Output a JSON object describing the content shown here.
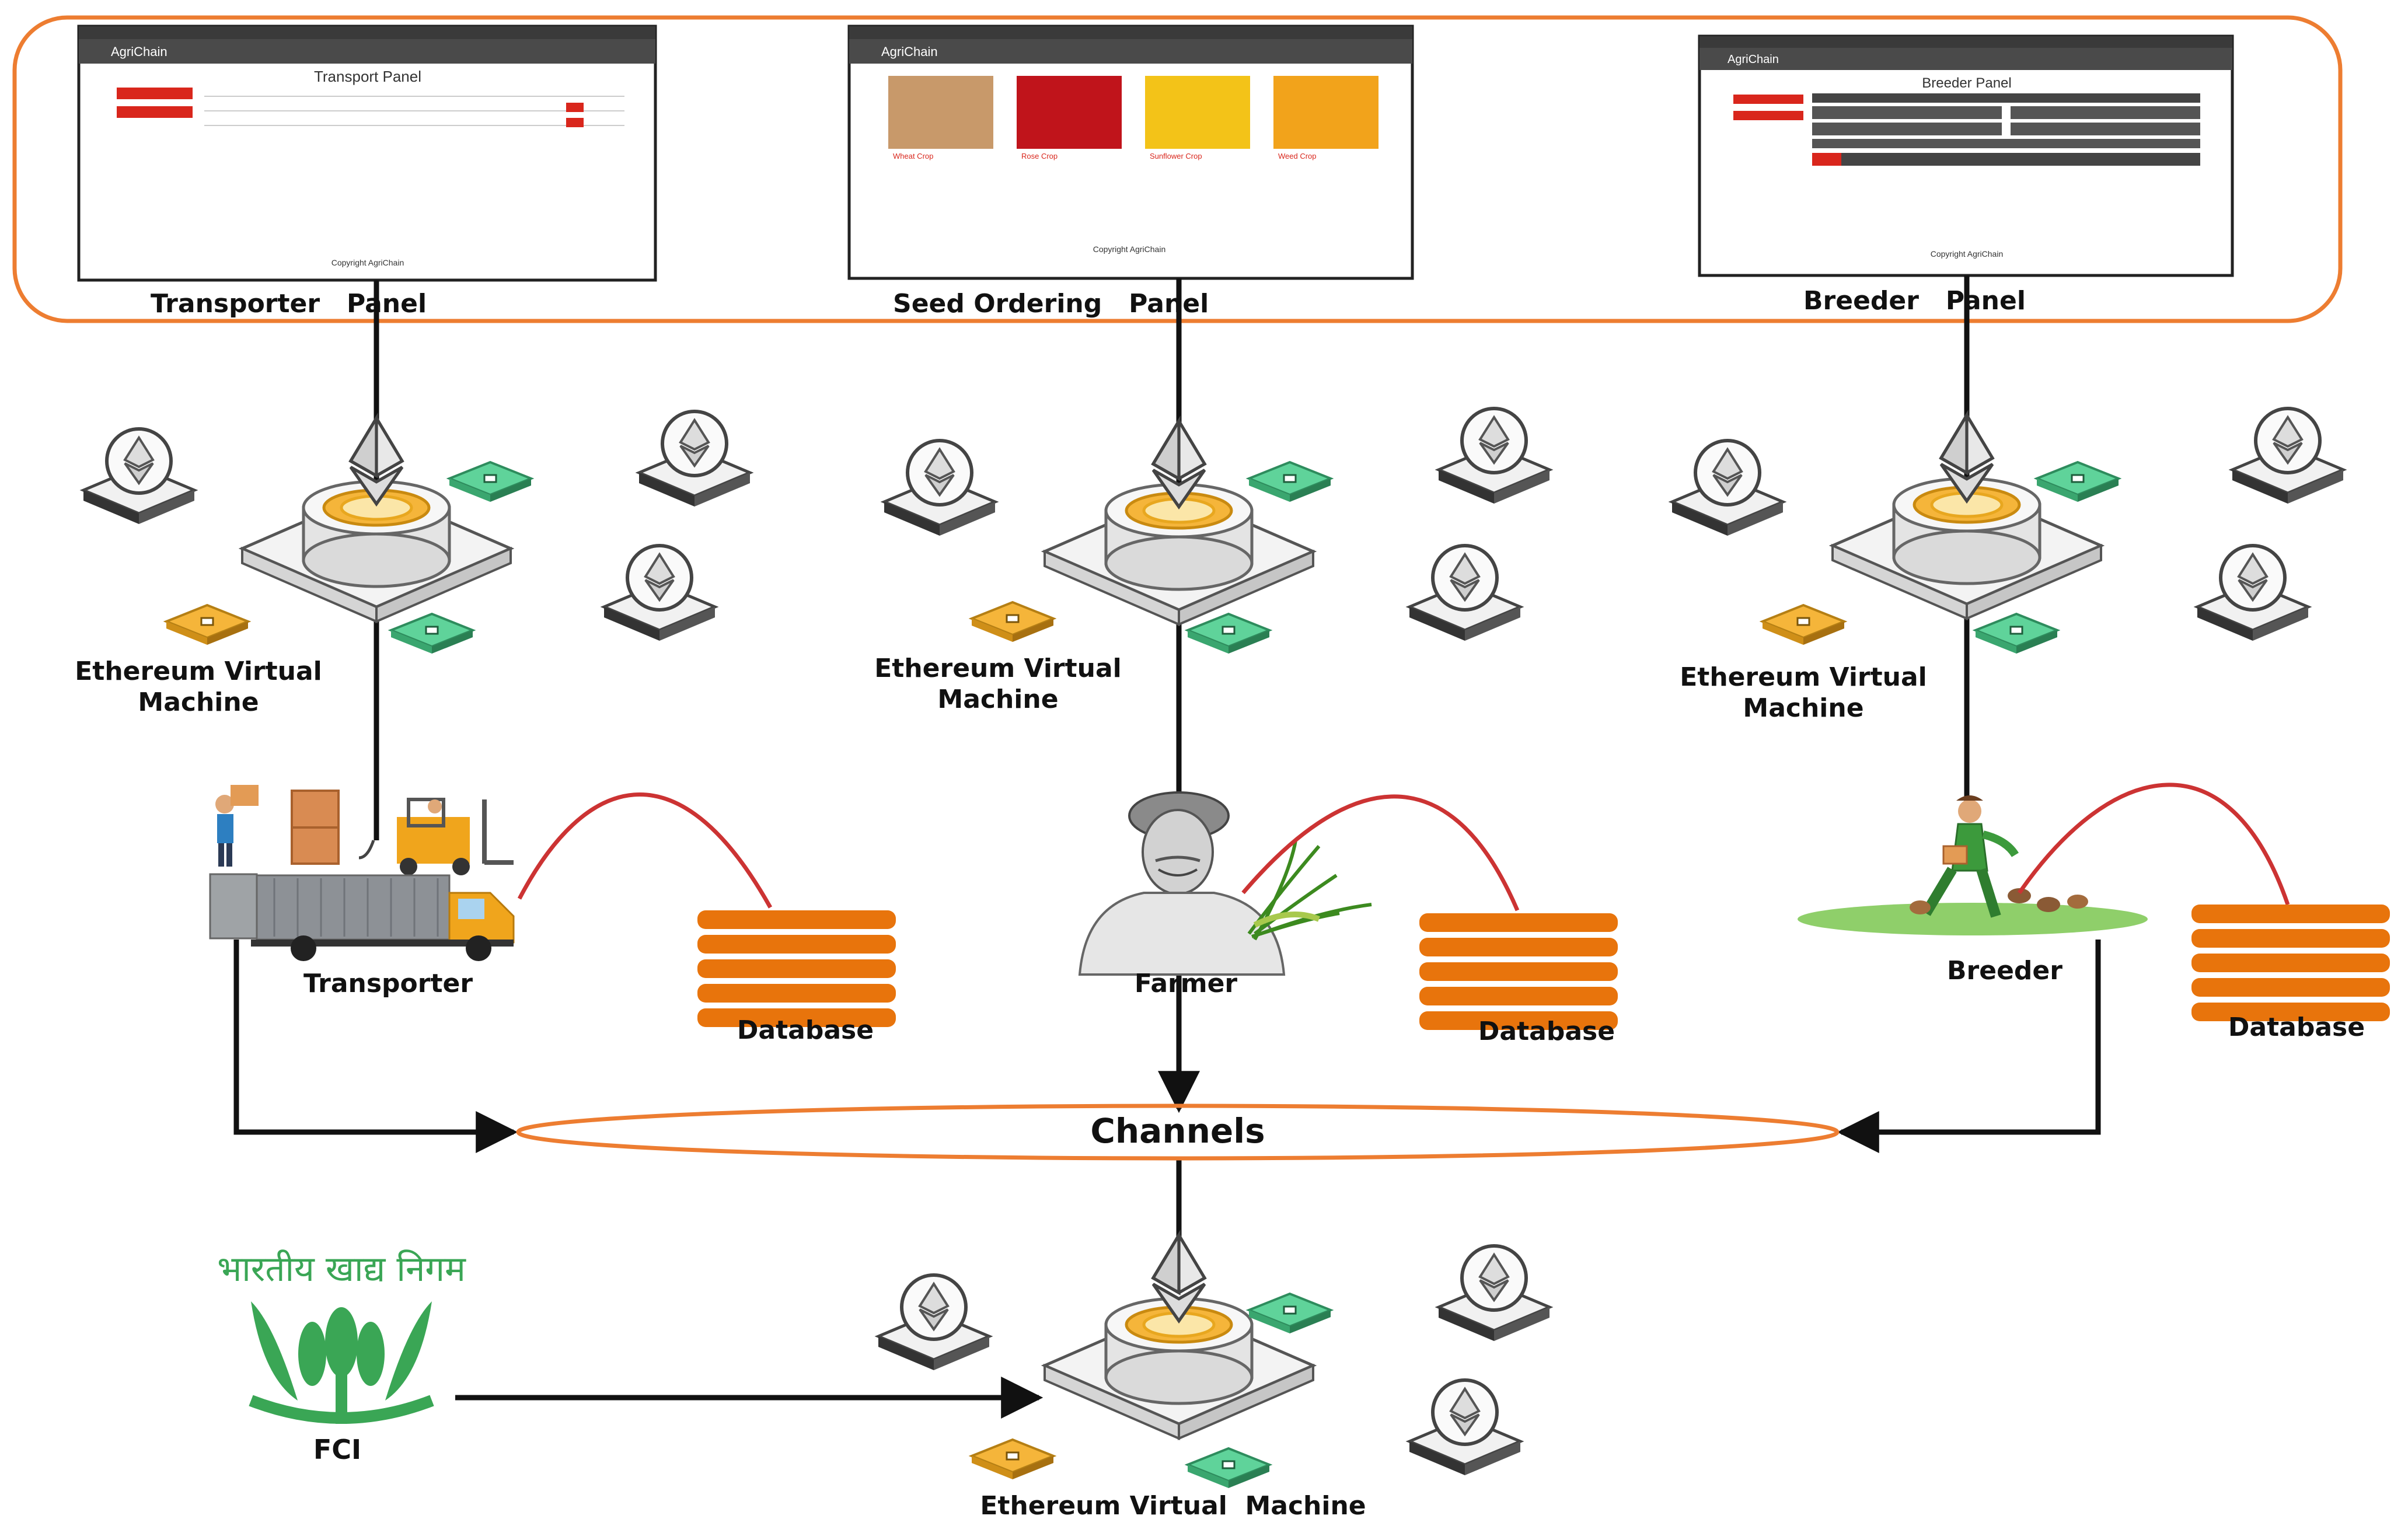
{
  "panels": {
    "transporter": {
      "label": "Transporter   Panel",
      "window_title": "Transport Panel",
      "brand": "AgriChain",
      "footer": "Copyright AgriChain"
    },
    "seed_ordering": {
      "label": "Seed Ordering   Panel",
      "brand": "AgriChain",
      "footer": "Copyright AgriChain",
      "products": [
        {
          "name": "Wheat Crop",
          "color": "#c8996a"
        },
        {
          "name": "Rose Crop",
          "color": "#c0141b"
        },
        {
          "name": "Sunflower Crop",
          "color": "#f3c318"
        },
        {
          "name": "Weed Crop",
          "color": "#f2a31b"
        }
      ]
    },
    "breeder": {
      "label": "Breeder   Panel",
      "window_title": "Breeder Panel",
      "brand": "AgriChain",
      "footer": "Copyright AgriChain"
    }
  },
  "evm_label_line1": "Ethereum Virtual",
  "evm_label_line2": "Machine",
  "evm_bottom_label": "Ethereum Virtual  Machine",
  "actors": {
    "transporter": "Transporter",
    "farmer": "Farmer",
    "breeder": "Breeder",
    "fci": "FCI",
    "fci_hindi": "भारतीय खाद्य निगम"
  },
  "database_label": "Database",
  "channels_label": "Channels",
  "colors": {
    "accent_orange": "#ed7d31",
    "database_orange": "#e8740c",
    "arrow_black": "#111111",
    "curve_red": "#cc3333",
    "chip_yellow": "#f5b53a",
    "chip_green": "#5fd39a",
    "fci_green": "#3aa655"
  }
}
